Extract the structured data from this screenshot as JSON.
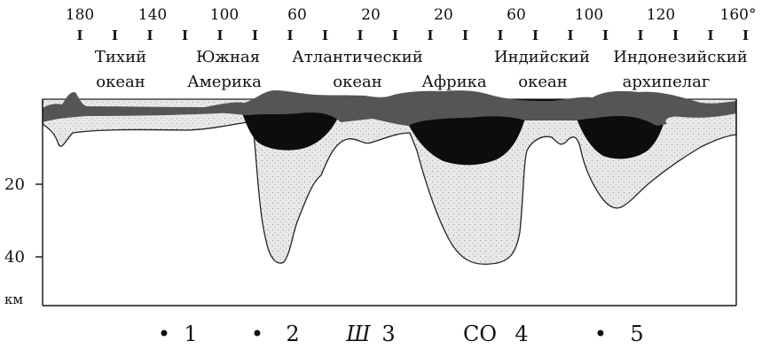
{
  "longitudes": [
    "180",
    "140",
    "100",
    "60",
    "20",
    "20",
    "60",
    "100",
    "120",
    "160°"
  ],
  "regions": [
    {
      "line1": "Тихий",
      "line2": "океан"
    },
    {
      "line1": "Южная",
      "line2": "Америка"
    },
    {
      "line1": "Атлантический",
      "line2": "океан"
    },
    {
      "line1": "Африка",
      "line2": ""
    },
    {
      "line1": "Индийский",
      "line2": "океан"
    },
    {
      "line1": "Индонезийский",
      "line2": "архипелаг"
    }
  ],
  "depth_axis": {
    "ticks": [
      "20",
      "40"
    ],
    "unit": "км"
  },
  "legend": [
    {
      "marker": "•",
      "label": "1"
    },
    {
      "marker": "•",
      "label": "2"
    },
    {
      "marker": "Ш",
      "label": "3"
    },
    {
      "marker": "СО",
      "label": "4"
    },
    {
      "marker": "•",
      "label": "5"
    }
  ],
  "colors": {
    "surface_layer": "#555555",
    "black_layer": "#0d0d0d",
    "stippled_layer": "#e6e6e6",
    "outline": "#222222"
  }
}
